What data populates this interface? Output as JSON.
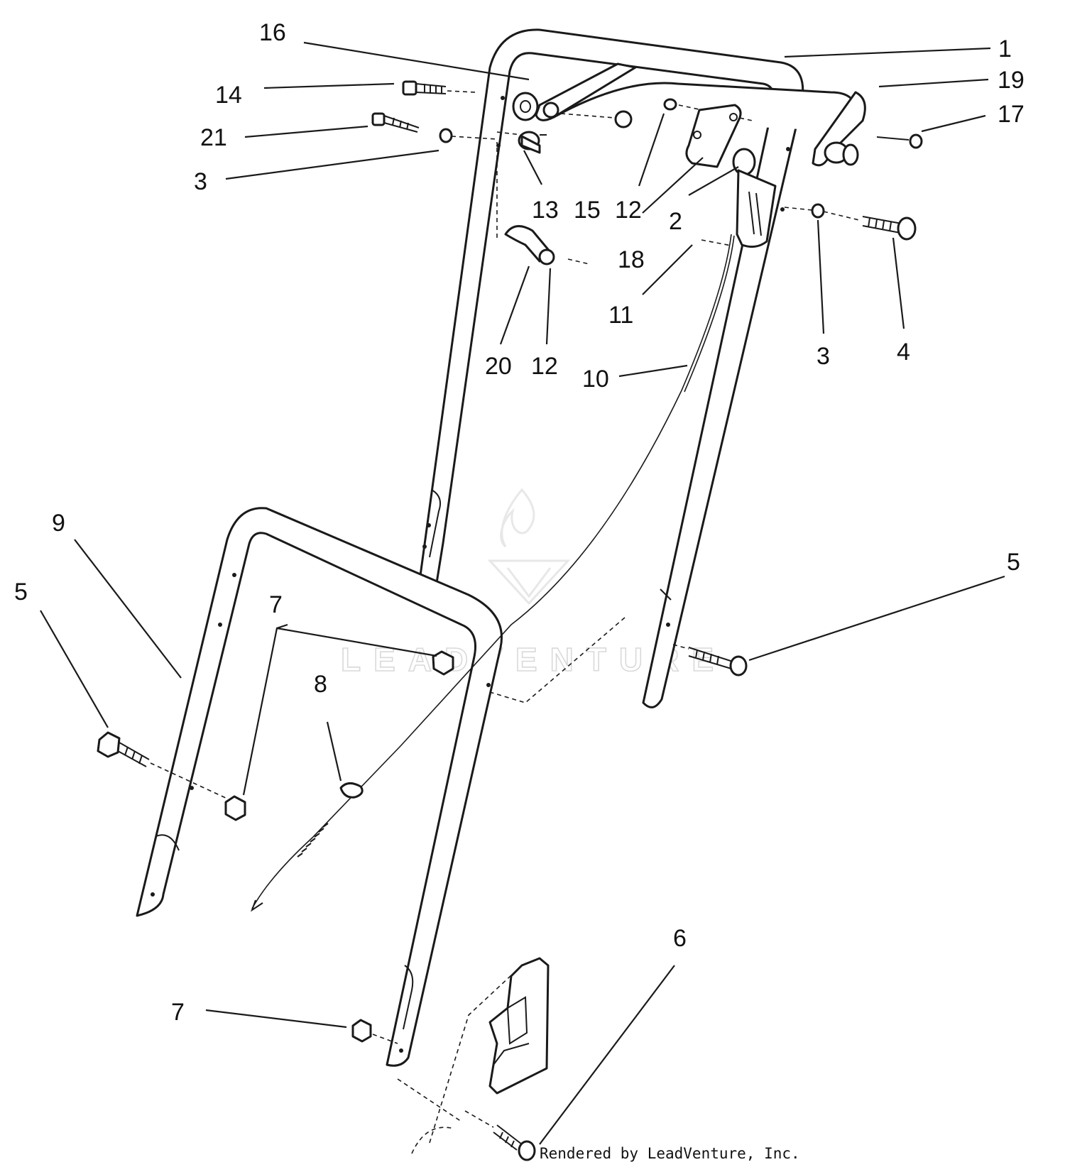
{
  "callouts": {
    "c1": "1",
    "c19": "19",
    "c17": "17",
    "c16": "16",
    "c14": "14",
    "c21": "21",
    "c3_top": "3",
    "c13": "13",
    "c15": "15",
    "c12_top": "12",
    "c2": "2",
    "c18": "18",
    "c11": "11",
    "c3_right": "3",
    "c4": "4",
    "c20": "20",
    "c12_mid": "12",
    "c10": "10",
    "c9": "9",
    "c5_left": "5",
    "c5_right": "5",
    "c7_mid": "7",
    "c8": "8",
    "c6": "6",
    "c7_bottom": "7"
  },
  "footer": "Rendered by LeadVenture, Inc.",
  "watermark": {
    "text": "LEADVENTURE",
    "logo": "leadventure-flame-logo"
  },
  "colors": {
    "line": "#1a1a1a",
    "background": "#ffffff",
    "watermark": "#d9d9d9"
  }
}
